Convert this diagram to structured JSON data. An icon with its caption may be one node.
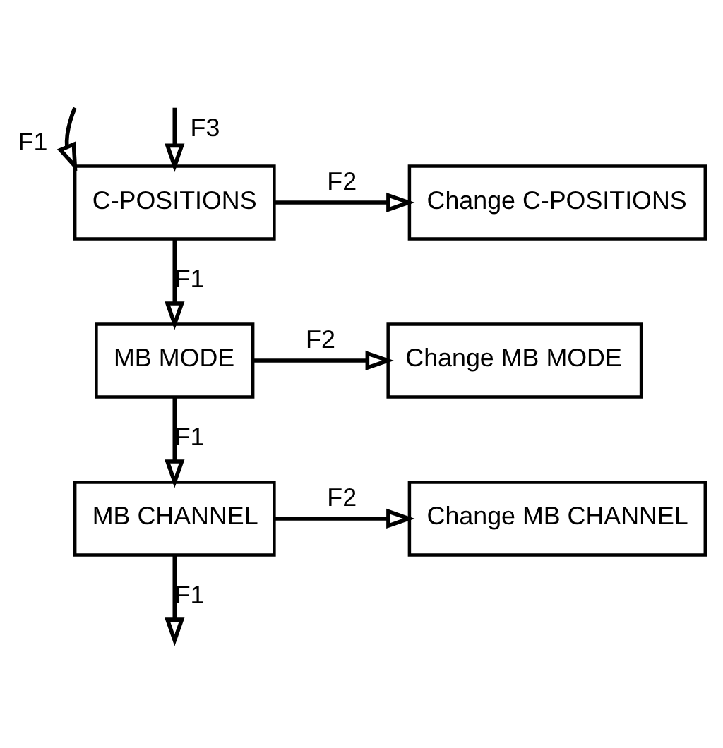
{
  "diagram": {
    "nodes": [
      {
        "text": [
          "C-POSITIONS"
        ]
      },
      {
        "text": [
          "Change C-POSITIONS"
        ]
      },
      {
        "text": [
          "MB MODE"
        ]
      },
      {
        "text": [
          "Change MB MODE"
        ]
      },
      {
        "text": [
          "MB CHANNEL"
        ]
      },
      {
        "text": [
          "Change MB CHANNEL"
        ]
      }
    ],
    "edges": [
      {
        "from": null,
        "to": 0,
        "arrow": "to",
        "label": "F1"
      },
      {
        "from": null,
        "to": 0,
        "arrow": "to",
        "label": "F3"
      },
      {
        "from": 0,
        "to": 1,
        "arrow": "to",
        "label": "F2"
      },
      {
        "from": 0,
        "to": 2,
        "arrow": "to",
        "label": "F1"
      },
      {
        "from": 2,
        "to": 3,
        "arrow": "to",
        "label": "F2"
      },
      {
        "from": 2,
        "to": 4,
        "arrow": "to",
        "label": "F1"
      },
      {
        "from": 4,
        "to": 5,
        "arrow": "to",
        "label": "F2"
      },
      {
        "from": 4,
        "to": null,
        "arrow": "to",
        "label": "F1"
      }
    ]
  }
}
